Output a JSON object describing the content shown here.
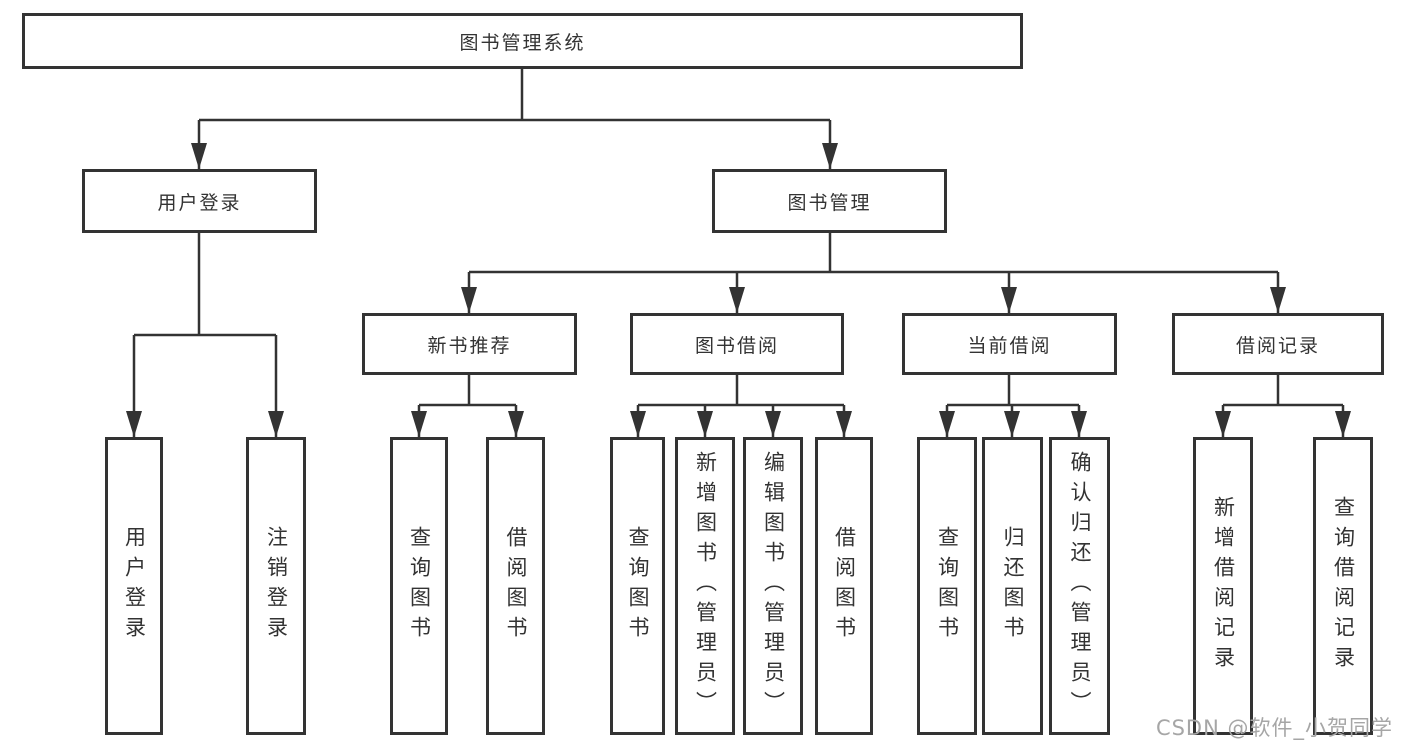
{
  "diagram": {
    "root": {
      "label": "图书管理系统"
    },
    "level2": [
      {
        "label": "用户登录"
      },
      {
        "label": "图书管理"
      }
    ],
    "level3": [
      {
        "label": "新书推荐"
      },
      {
        "label": "图书借阅"
      },
      {
        "label": "当前借阅"
      },
      {
        "label": "借阅记录"
      }
    ],
    "leaves": {
      "user_login": [
        "用户登录",
        "注销登录"
      ],
      "new_book_recommendation": [
        "查询图书",
        "借阅图书"
      ],
      "book_borrowing": [
        "查询图书",
        "新增图书（管理员）",
        "编辑图书（管理员）",
        "借阅图书"
      ],
      "current_borrowing": [
        "查询图书",
        "归还图书",
        "确认归还（管理员）"
      ],
      "borrowing_records": [
        "新增借阅记录",
        "查询借阅记录"
      ]
    }
  },
  "watermark": {
    "text": "CSDN @软件_小贺同学"
  },
  "colors": {
    "line": "#333333",
    "text": "#333333",
    "background": "#ffffff",
    "watermark": "#a6a6a6"
  }
}
